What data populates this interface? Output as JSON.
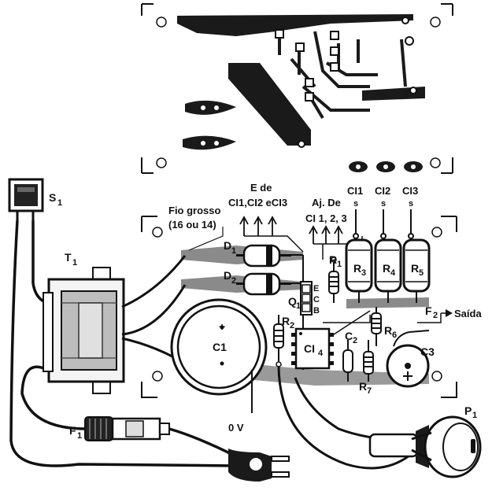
{
  "diagram": {
    "labels": {
      "s1": "S",
      "s1_sub": "1",
      "t1": "T",
      "t1_sub": "1",
      "f1": "F",
      "f1_sub": "1",
      "d1": "D",
      "d1_sub": "1",
      "d2": "D",
      "d2_sub": "2",
      "c1": "C1",
      "c1_plus": "+",
      "r1": "R",
      "r1_sub": "1",
      "r2": "R",
      "r2_sub": "2",
      "r3": "R",
      "r3_sub": "3",
      "r4": "R",
      "r4_sub": "4",
      "r5": "R",
      "r5_sub": "5",
      "r6": "R",
      "r6_sub": "6",
      "r7": "R",
      "r7_sub": "7",
      "q1": "Q",
      "q1_sub": "1",
      "ci4": "CI",
      "ci4_sub": "4",
      "c2": "C",
      "c2_sub": "2",
      "c3": "C3",
      "p1": "P",
      "p1_sub": "1",
      "f2": "F",
      "f2_sub": "2",
      "saida": "Saída",
      "zero_v": "0 V",
      "fio_grosso_line1": "Fio grosso",
      "fio_grosso_line2": "(16 ou 14)",
      "e_de": "E de",
      "ci_group": "CI1,CI2 eCI3",
      "aj_de": "Aj. De",
      "ci_123": "CI 1, 2, 3",
      "ci1_top": "CI1",
      "ci2_top": "CI2",
      "ci3_top": "CI3",
      "s_pin": "s",
      "q_pin_e": "E",
      "q_pin_c": "C",
      "q_pin_b": "B"
    },
    "colors": {
      "ink": "#111111",
      "copper": "#1a1a1a",
      "pcb_mid": "#5a5a5a",
      "pcb_light": "#9a9a9a",
      "paper": "#ffffff"
    }
  }
}
